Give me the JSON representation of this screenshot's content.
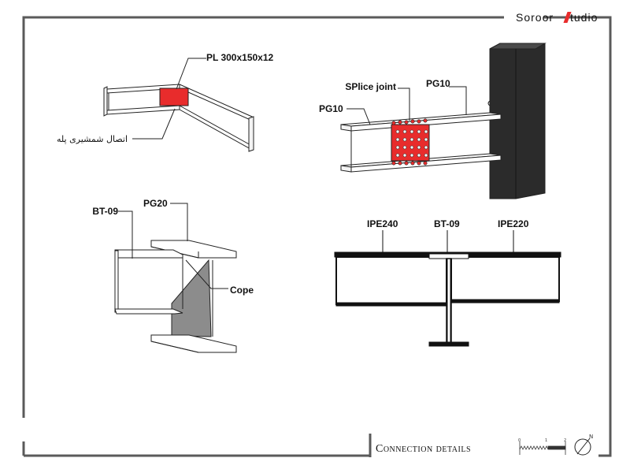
{
  "brand": {
    "part1": "Soroor",
    "part2": "tudio"
  },
  "footer": {
    "title": "Connection details",
    "scale_ticks": [
      "0",
      "1",
      "2"
    ],
    "north": "N"
  },
  "details": {
    "plate_joint": {
      "plate_label": "PL 300x150x12",
      "caption": "اتصال شمشیری پله"
    },
    "splice_joint": {
      "splice_label": "SPlice joint",
      "beam_label_right": "PG10",
      "beam_label_left": "PG10"
    },
    "cope_iso": {
      "secondary_label": "BT-09",
      "primary_label": "PG20",
      "cope_label": "Cope"
    },
    "section": {
      "left_label": "IPE240",
      "center_label": "BT-09",
      "right_label": "IPE220"
    }
  },
  "colors": {
    "accent": "#e82c2c",
    "border": "#555555",
    "column": "#2b2b2b",
    "web_shade": "#8c8c8c"
  }
}
